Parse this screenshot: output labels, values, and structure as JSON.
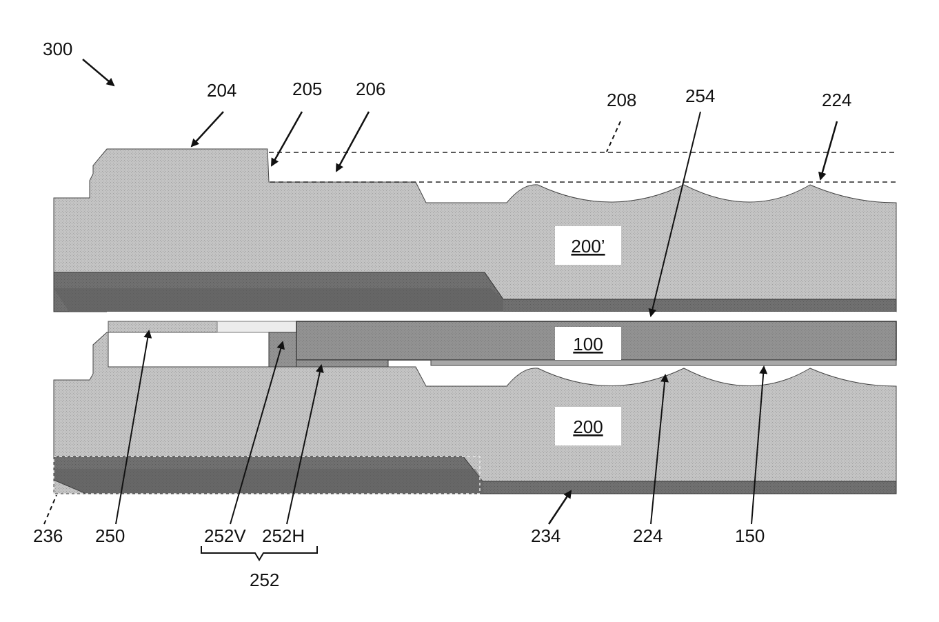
{
  "figure_number": "300",
  "colors": {
    "substrate": "#bdbdbd",
    "dark_layer": "#6f6f6f",
    "dark_layer_deep": "#585858",
    "chip": "#8c8c8c",
    "pad": "#9a9a9a",
    "gap": "#e9e9e9",
    "line": "#222222"
  },
  "regions": {
    "top_substrate": "200’",
    "chip": "100",
    "bottom_substrate": "200"
  },
  "references": {
    "r204": "204",
    "r205": "205",
    "r206": "206",
    "r208": "208",
    "r254": "254",
    "r224_top": "224",
    "r236": "236",
    "r250": "250",
    "r252V": "252V",
    "r252H": "252H",
    "r252": "252",
    "r234": "234",
    "r224_bottom": "224",
    "r150": "150"
  }
}
